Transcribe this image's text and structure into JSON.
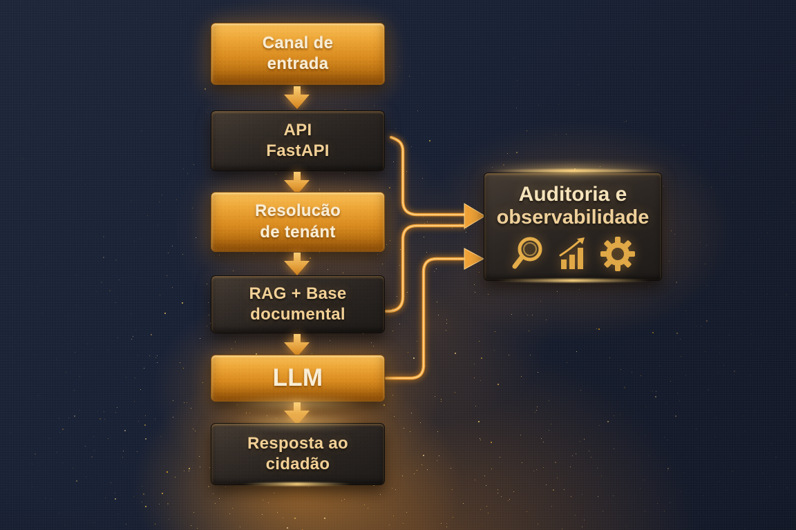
{
  "diagram": {
    "flow_boxes": [
      {
        "id": "canal",
        "line1": "Canal de",
        "line2": "entrada",
        "style": "gold"
      },
      {
        "id": "api",
        "line1": "API",
        "line2": "FastAPI",
        "style": "dark"
      },
      {
        "id": "tenant",
        "line1": "Resolucão",
        "line2": "de tenánt",
        "style": "gold"
      },
      {
        "id": "rag",
        "line1": "RAG + Base",
        "line2": "documental",
        "style": "dark"
      },
      {
        "id": "llm",
        "line1": "LLM",
        "line2": "",
        "style": "gold"
      },
      {
        "id": "resposta",
        "line1": "Resposta ao",
        "line2": "cidadão",
        "style": "dark"
      }
    ],
    "side_box": {
      "line1": "Auditoria e",
      "line2": "observabilidade",
      "icons": [
        "magnifier-icon",
        "bar-chart-icon",
        "gear-icon"
      ]
    },
    "connectors": [
      {
        "from": "api",
        "to": "audit"
      },
      {
        "from": "rag",
        "to": "audit"
      },
      {
        "from": "llm",
        "to": "audit"
      }
    ],
    "colors": {
      "background_navy": "#141a29",
      "gold_box_top": "#f8bf58",
      "gold_box_bottom": "#9e5d0e",
      "dark_box": "#2e2823",
      "connector_gold": "#f0a53c",
      "text_cream": "#f9eed6",
      "text_gold": "#f2d096"
    }
  }
}
